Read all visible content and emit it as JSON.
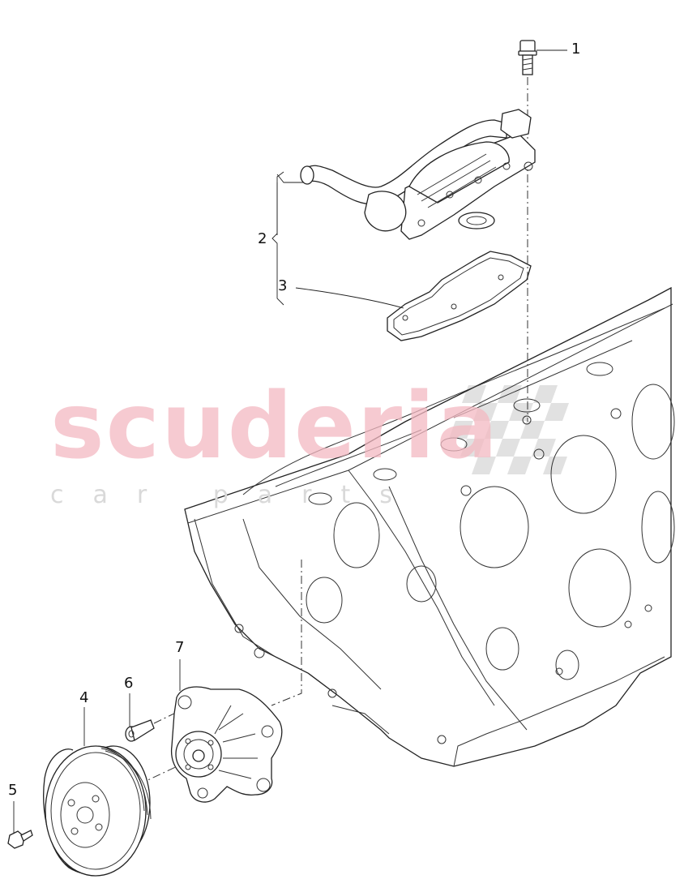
{
  "watermark": {
    "brand": "scuderia",
    "sub": "car parts"
  },
  "callouts": [
    {
      "id": "1",
      "label": "1"
    },
    {
      "id": "2",
      "label": "2"
    },
    {
      "id": "3",
      "label": "3"
    },
    {
      "id": "4",
      "label": "4"
    },
    {
      "id": "5",
      "label": "5"
    },
    {
      "id": "6",
      "label": "6"
    },
    {
      "id": "7",
      "label": "7"
    }
  ]
}
